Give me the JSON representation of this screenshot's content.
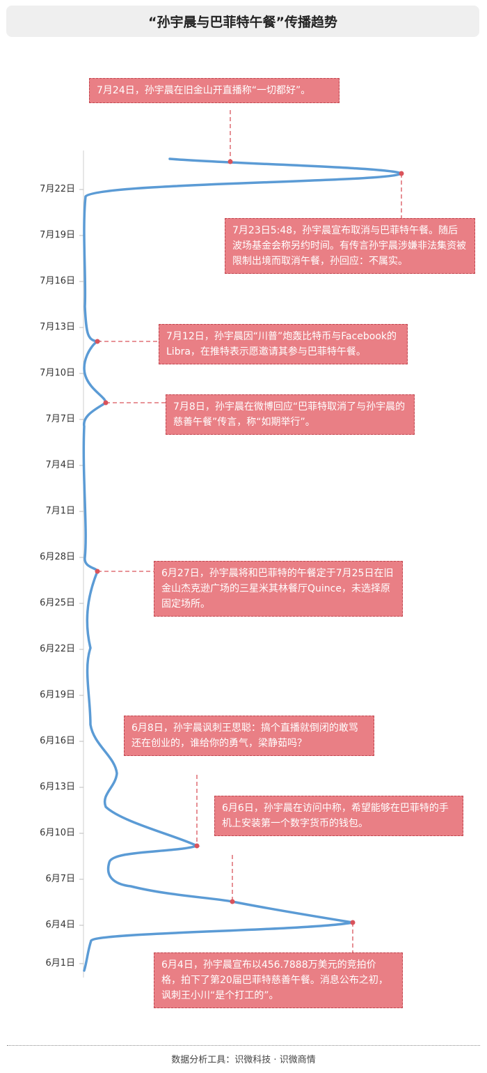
{
  "title": "“孙宇晨与巴菲特午餐”传播趋势",
  "footer": "数据分析工具：识微科技 · 识微商情",
  "chart_data": {
    "type": "line",
    "y_axis_ticks": [
      "7月22日",
      "7月19日",
      "7月16日",
      "7月13日",
      "7月10日",
      "7月7日",
      "7月4日",
      "7月1日",
      "6月28日",
      "6月25日",
      "6月22日",
      "6月19日",
      "6月16日",
      "6月13日",
      "6月10日",
      "6月7日",
      "6月4日",
      "6月1日"
    ],
    "annotations": [
      {
        "text": "7月24日，孙宇晨在旧金山开直播称“一切都好”。"
      },
      {
        "text": "7月23日5:48，孙宇晨宣布取消与巴菲特午餐。随后波场基金会称另约时间。有传言孙宇晨涉嫌非法集资被限制出境而取消午餐，孙回应：不属实。"
      },
      {
        "text": "7月12日，孙宇晨因“川普”炮轰比特币与Facebook的Libra，在推特表示愿邀请其参与巴菲特午餐。"
      },
      {
        "text": "7月8日，孙宇晨在微博回应“巴菲特取消了与孙宇晨的慈善午餐”传言，称“如期举行”。"
      },
      {
        "text": "6月27日，孙宇晨将和巴菲特的午餐定于7月25日在旧金山杰克逊广场的三星米其林餐厅Quince，未选择原固定场所。"
      },
      {
        "text": "6月8日，孙宇晨讽刺王思聪：搞个直播就倒闭的敢骂还在创业的，谁给你的勇气，梁静茹吗？"
      },
      {
        "text": "6月6日，孙宇晨在访问中称，希望能够在巴菲特的手机上安装第一个数字货币的钱包。"
      },
      {
        "text": "6月4日，孙宇晨宣布以456.7888万美元的竞拍价格，拍下了第20届巴菲特慈善午餐。消息公布之初，讽刺王小川“是个打工的”。"
      }
    ]
  }
}
